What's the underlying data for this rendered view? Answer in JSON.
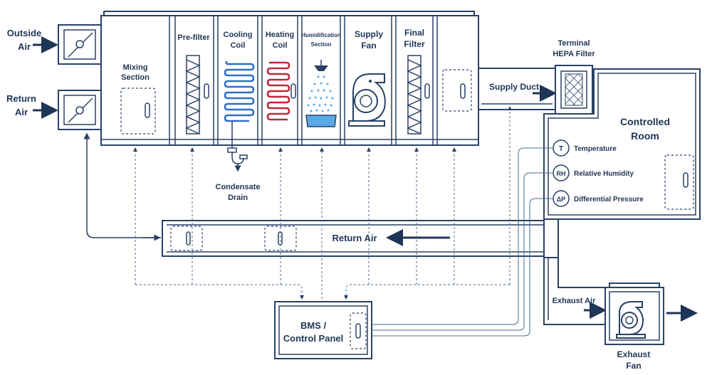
{
  "inlets": {
    "outside_air": [
      "Outside",
      "Air"
    ],
    "return_air": [
      "Return",
      "Air"
    ]
  },
  "ahu": {
    "mixing": [
      "Mixing",
      "Section"
    ],
    "prefilter": "Pre-filter",
    "cooling": [
      "Cooling",
      "Coil"
    ],
    "heating": [
      "Heating",
      "Coil"
    ],
    "humidification": [
      "Humidification",
      "Section"
    ],
    "supply_fan": [
      "Supply",
      "Fan"
    ],
    "final_filter": [
      "Final",
      "Filter"
    ]
  },
  "condensate": [
    "Condensate",
    "Drain"
  ],
  "supply_duct": "Supply Duct",
  "hepa": [
    "Terminal",
    "HEPA Filter"
  ],
  "room": {
    "title": [
      "Controlled",
      "Room"
    ],
    "sensors": [
      {
        "symbol": "T",
        "label": "Temperature"
      },
      {
        "symbol": "RH",
        "label": "Relative Humidity"
      },
      {
        "symbol": "ΔP",
        "label": "Differential Pressure"
      }
    ]
  },
  "return_duct": "Return Air",
  "bms": [
    "BMS /",
    "Control Panel"
  ],
  "exhaust_air": "Exhaust Air",
  "exhaust_fan": [
    "Exhaust",
    "Fan"
  ],
  "colors": {
    "line": "#2a4166",
    "text": "#1f3556",
    "cooling": "#2f6fc4",
    "heating": "#c0283c",
    "water": "#5aa9e6"
  }
}
